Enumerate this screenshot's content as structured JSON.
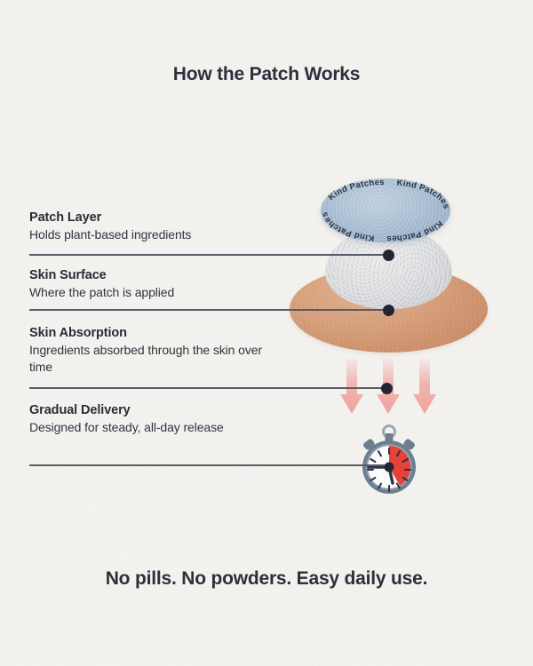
{
  "page": {
    "title": "How the Patch Works",
    "tagline": "No pills. No powders. Easy daily use.",
    "background_color": "#f4f2ef",
    "text_color": "#2e2e3c"
  },
  "steps": [
    {
      "title": "Patch Layer",
      "desc": "Holds plant-based ingredients"
    },
    {
      "title": "Skin Surface",
      "desc": "Where the patch is applied"
    },
    {
      "title": "Skin Absorption",
      "desc": "Ingredients absorbed through the skin over time"
    },
    {
      "title": "Gradual Delivery",
      "desc": "Designed for steady, all-day release"
    }
  ],
  "illustration": {
    "patch": {
      "brand_text": "Kind Patches",
      "brand_repeat": 4,
      "disc_color": "#a9bed3",
      "text_color": "#2b3340"
    },
    "skin_surface": {
      "color": "#d6d8da"
    },
    "skin_body": {
      "color": "#d59c77"
    },
    "arrows": {
      "count": 3,
      "color": "#f0a49d",
      "direction": "down"
    },
    "stopwatch": {
      "body_color": "#6c7f90",
      "face_color": "#fbfbfb",
      "sector_color": "#e8413c",
      "hand_color": "#2b3340",
      "tick_count": 12
    }
  },
  "accent": {
    "leader_line_color": "#5b5b69",
    "dot_color": "#242433"
  }
}
